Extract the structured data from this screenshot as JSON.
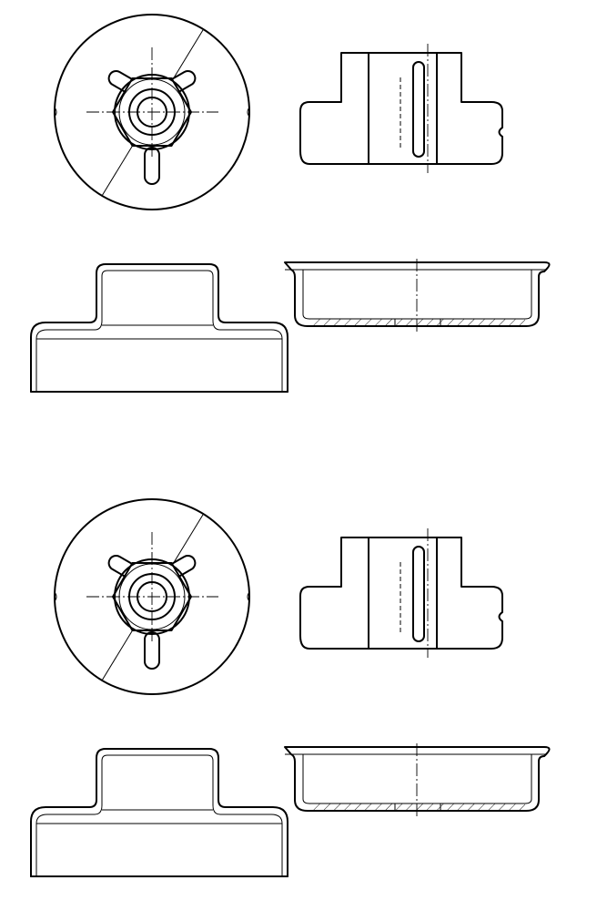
{
  "drawing": {
    "line_color": "#000000",
    "background_color": "#ffffff",
    "panel_count": 2,
    "views_per_panel": [
      "top-view-circular-base-with-hex-nut-and-three-tabs",
      "section-view-crosshatched-bushing-with-slot",
      "elevation-view-stepped-cap",
      "section-view-shallow-pan"
    ]
  }
}
